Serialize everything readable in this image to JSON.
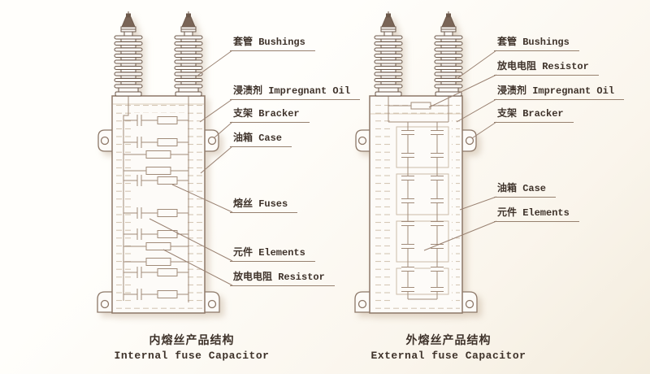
{
  "figure": {
    "type": "technical-structure-diagram",
    "subject": "shunt power capacitors"
  },
  "colors": {
    "line": "#9a8272",
    "line_dark": "#6d594b",
    "tank_outline": "#8d7868",
    "oil_dash": "#d0c1ae",
    "text": "#3e322a",
    "background": "#faf5ec"
  },
  "internal_diagram": {
    "labels": {
      "bushings": "套管 Bushings",
      "impregnant_oil": "浸渍剂 Impregnant Oil",
      "bracket": "支架 Bracker",
      "case": "油箱 Case",
      "fuses": "熔丝 Fuses",
      "elements": "元件 Elements",
      "resistor": "放电电阻 Resistor"
    },
    "caption_zh": "内熔丝产品结构",
    "caption_en": "Internal fuse Capacitor"
  },
  "external_diagram": {
    "labels": {
      "bushings": "套管 Bushings",
      "resistor": "放电电阻 Resistor",
      "impregnant_oil": "浸渍剂 Impregnant Oil",
      "bracket": "支架 Bracker",
      "case": "油箱 Case",
      "elements": "元件 Elements"
    },
    "caption_zh": "外熔丝产品结构",
    "caption_en": "External fuse Capacitor"
  }
}
